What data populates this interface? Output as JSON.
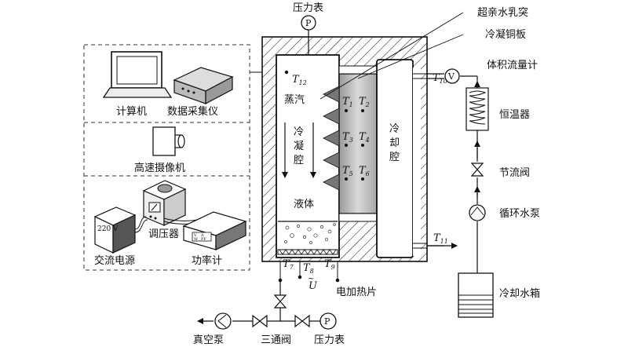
{
  "labels": {
    "pressure_gauge_top": "压力表",
    "superhydrophilic_bumps": "超亲水乳突",
    "condensing_copper_plate": "冷凝铜板",
    "volume_flowmeter": "体积流量计",
    "thermostat": "恒温器",
    "throttle_valve": "节流阀",
    "circulation_pump": "循环水泵",
    "cooling_tank": "冷却水箱",
    "computer": "计算机",
    "data_acquisition": "数据采集仪",
    "high_speed_camera": "高速摄像机",
    "voltage_regulator": "调压器",
    "ac_power": "交流电源",
    "power_meter": "功率计",
    "ac_voltage": "220 V",
    "vapor": "蒸汽",
    "condensing_chamber": [
      "冷",
      "凝",
      "腔"
    ],
    "liquid": "液体",
    "cooling_chamber": [
      "冷",
      "却",
      "腔"
    ],
    "electric_heater": "电加热片",
    "vacuum_pump": "真空泵",
    "three_way_valve": "三通阀",
    "pressure_gauge_bottom": "压力表",
    "gauge_symbol_p": "P",
    "gauge_symbol_v": "V",
    "voltage_symbol": "U",
    "power_meter_display": [
      "V",
      "A",
      "W",
      "PF"
    ]
  },
  "temperatures": {
    "t1": {
      "base": "T",
      "sub": "1"
    },
    "t2": {
      "base": "T",
      "sub": "2"
    },
    "t3": {
      "base": "T",
      "sub": "3"
    },
    "t4": {
      "base": "T",
      "sub": "4"
    },
    "t5": {
      "base": "T",
      "sub": "5"
    },
    "t6": {
      "base": "T",
      "sub": "6"
    },
    "t7": {
      "base": "T",
      "sub": "7"
    },
    "t8": {
      "base": "T",
      "sub": "8"
    },
    "t9": {
      "base": "T",
      "sub": "9"
    },
    "t10": {
      "base": "T",
      "sub": "10"
    },
    "t11": {
      "base": "T",
      "sub": "11"
    },
    "t12": {
      "base": "T",
      "sub": "12"
    }
  }
}
